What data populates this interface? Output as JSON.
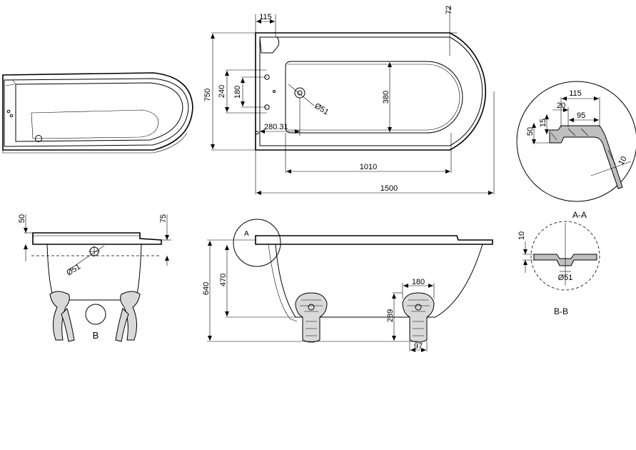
{
  "dimensions": {
    "top_115": "115",
    "top_72": "72",
    "height_750": "750",
    "height_240": "240",
    "height_180": "180",
    "waste_d51": "Ø51",
    "inner_380": "380",
    "offset_280": "280.31",
    "inner_1010": "1010",
    "overall_1500": "1500",
    "side_50": "50",
    "side_75": "75",
    "end_d51": "Ø51",
    "height_640": "640",
    "depth_470": "470",
    "foot_180": "180",
    "foot_289": "289",
    "foot_97": "97",
    "rim_115": "115",
    "rim_20": "20",
    "rim_95": "95",
    "rim_15": "15",
    "rim_50": "50",
    "wall_10": "10",
    "bb_10": "10",
    "bb_d51": "Ø51"
  },
  "labels": {
    "detail_a": "A",
    "section_aa": "A-A",
    "detail_b": "B",
    "section_bb": "B-B"
  }
}
